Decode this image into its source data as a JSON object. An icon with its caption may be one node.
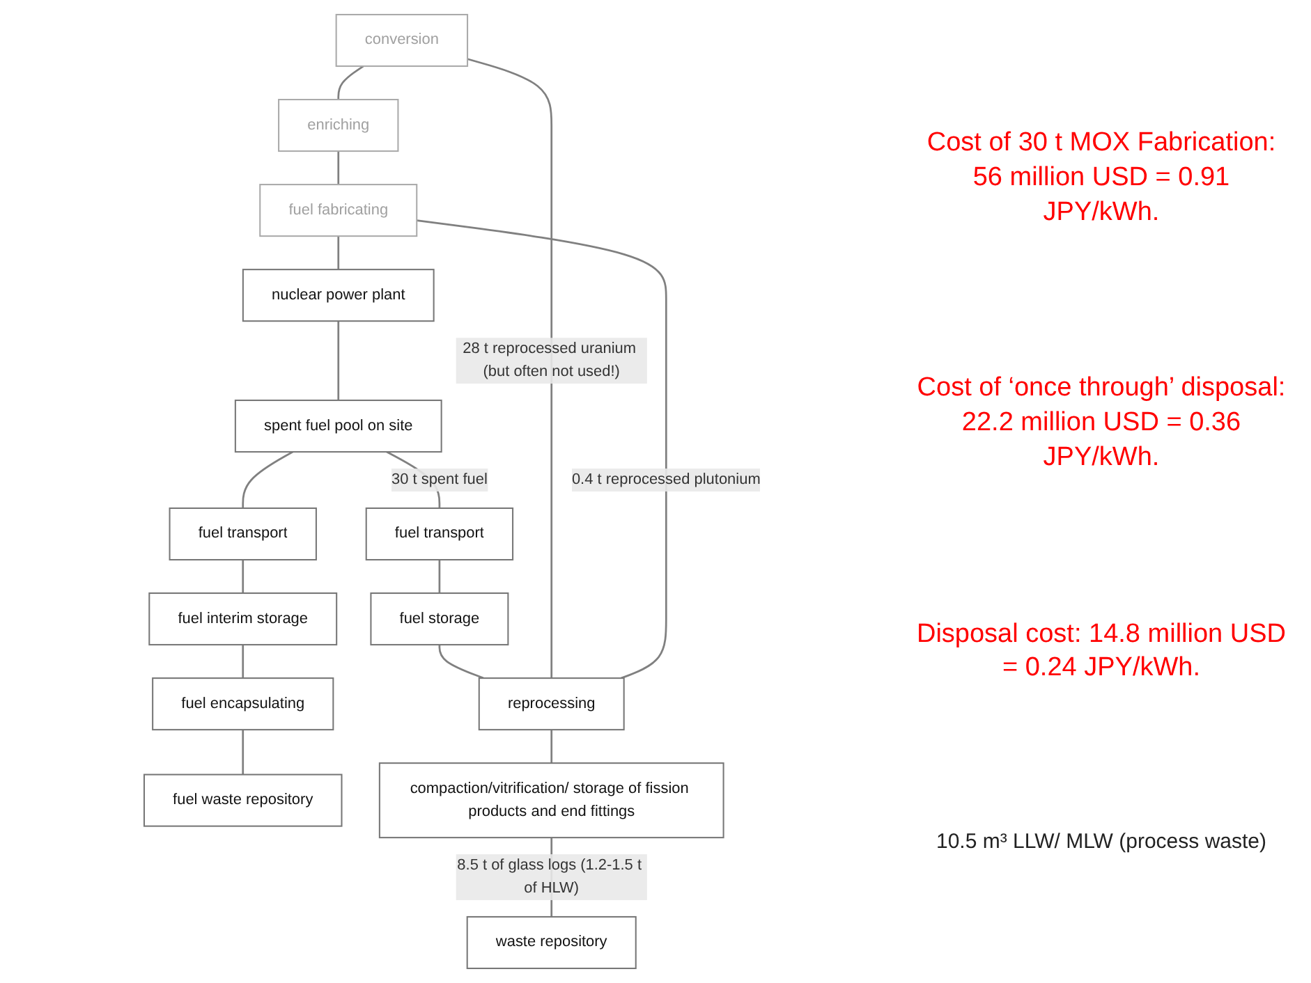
{
  "diagram": {
    "nodes": [
      {
        "text": [
          "conversion"
        ]
      },
      {
        "text": [
          "enriching"
        ]
      },
      {
        "text": [
          "fuel fabricating"
        ]
      },
      {
        "text": [
          "nuclear power plant"
        ]
      },
      {
        "text": [
          "spent fuel pool on site"
        ]
      },
      {
        "text": [
          "fuel transport"
        ]
      },
      {
        "text": [
          "fuel interim storage"
        ]
      },
      {
        "text": [
          "fuel encapsulating"
        ]
      },
      {
        "text": [
          "fuel waste repository"
        ]
      },
      {
        "text": [
          "fuel transport"
        ]
      },
      {
        "text": [
          "fuel storage"
        ]
      },
      {
        "text": [
          "reprocessing"
        ]
      },
      {
        "text": [
          "compaction/vitrification/ storage of fission products and end fittings"
        ]
      },
      {
        "text": [
          "waste repository"
        ]
      }
    ],
    "edges": [
      {
        "from": 0,
        "to": 1,
        "arrow": "none"
      },
      {
        "from": 1,
        "to": 2,
        "arrow": "none"
      },
      {
        "from": 2,
        "to": 3,
        "arrow": "none"
      },
      {
        "from": 3,
        "to": 4,
        "arrow": "none"
      },
      {
        "from": 11,
        "to": 0,
        "arrow": "none",
        "label": "28 t reprocessed uranium (but often not used!)"
      },
      {
        "from": 4,
        "to": 9,
        "arrow": "none",
        "label": "30 t spent fuel"
      },
      {
        "from": 11,
        "to": 2,
        "arrow": "none",
        "label": "0.4 t reprocessed plutonium"
      },
      {
        "from": 4,
        "to": 5,
        "arrow": "none"
      },
      {
        "from": 5,
        "to": 6,
        "arrow": "none"
      },
      {
        "from": 6,
        "to": 7,
        "arrow": "none"
      },
      {
        "from": 7,
        "to": 8,
        "arrow": "none"
      },
      {
        "from": 9,
        "to": 10,
        "arrow": "none"
      },
      {
        "from": 10,
        "to": 11,
        "arrow": "none"
      },
      {
        "from": 11,
        "to": 12,
        "arrow": "none"
      },
      {
        "from": 12,
        "to": 13,
        "arrow": "none",
        "label": "8.5 t of glass logs (1.2-1.5 t of HLW)"
      }
    ],
    "labels": [
      "Cost of 30 t MOX Fabrication: 56 million USD = 0.91 JPY/kWh.",
      "Cost of ‘once through’ disposal: 22.2 million USD = 0.36 JPY/kWh.",
      "Disposal cost: 14.8 million USD = 0.24 JPY/kWh.",
      "10.5 m³ LLW/ MLW (process waste)"
    ]
  }
}
